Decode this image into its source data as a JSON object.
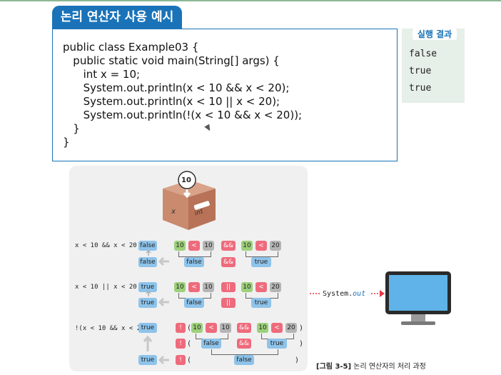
{
  "title": "논리 연산자 사용 예시",
  "code_lines": [
    "public class Example03 {",
    "   public static void main(String[] args) {",
    "      int x = 10;",
    "      System.out.println(x < 10 && x < 20);",
    "      System.out.println(x < 10 || x < 20);",
    "      System.out.println(!(x < 10 && x < 20));",
    "   }",
    "}"
  ],
  "result": {
    "title": "실행 결과",
    "lines": [
      "false",
      "true",
      "true"
    ]
  },
  "diagram": {
    "box_value": "10",
    "box_var": "x",
    "box_type": "int",
    "rows": [
      {
        "expr": "x < 10 && x < 20",
        "final": "false",
        "mid": "false",
        "left": [
          "10",
          "<",
          "10"
        ],
        "op": "&&",
        "right": [
          "10",
          "<",
          "20"
        ],
        "left_result": "false",
        "op2": "&&",
        "right_result": "true"
      },
      {
        "expr": "x < 10 || x < 20",
        "final": "true",
        "mid": "true",
        "left": [
          "10",
          "<",
          "10"
        ],
        "op": "||",
        "right": [
          "10",
          "<",
          "20"
        ],
        "left_result": "false",
        "op2": "||",
        "right_result": "true"
      },
      {
        "expr": "!(x < 10 && x < 20)",
        "final": "true",
        "mid": "true",
        "not": "!",
        "open": "(",
        "close": ")",
        "left": [
          "10",
          "<",
          "10"
        ],
        "op": "&&",
        "right": [
          "10",
          "<",
          "20"
        ],
        "left_result": "false",
        "op2": "&&",
        "right_result": "true",
        "inner_result": "false"
      }
    ],
    "output_label_prefix": "System.",
    "output_label_suffix": "out",
    "caption_bold": "[그림 3-5]",
    "caption_text": " 논리 연산자의 처리 과정"
  },
  "colors": {
    "accent": "#1a73b8",
    "result_bg": "#e6efe8",
    "green": "#9cd07a",
    "red": "#ee6b7c",
    "blue": "#8ec3ea"
  }
}
